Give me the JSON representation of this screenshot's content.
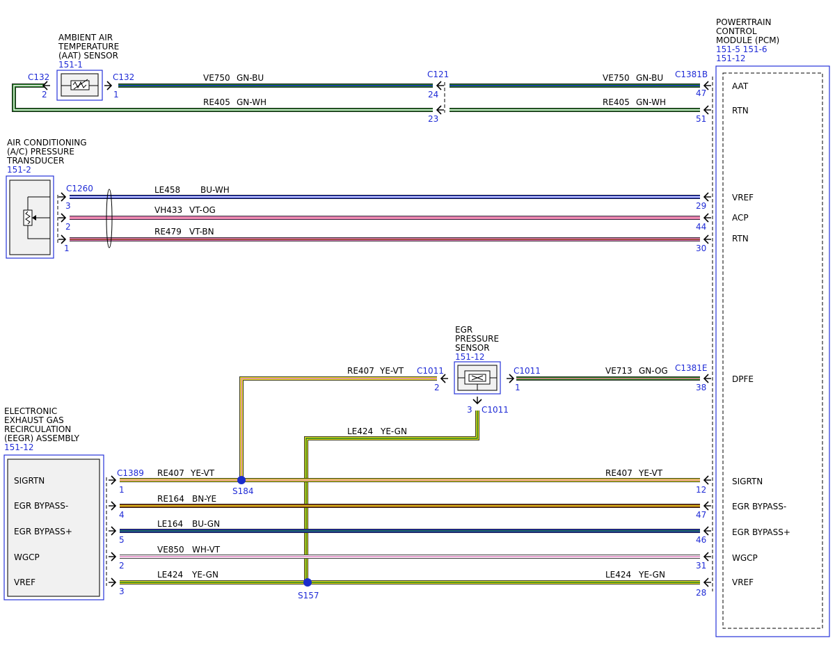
{
  "colors": {
    "GN": "#1f7a1f",
    "BU": "#1a2ccc",
    "WH": "#ffffff",
    "VT": "#e080c0",
    "OG": "#f08a9a",
    "BN": "#8a3a12",
    "YE": "#e8e020",
    "line_ref": "#1f2bd6"
  },
  "components": {
    "aat": {
      "title": [
        "AMBIENT AIR",
        "TEMPERATURE",
        "(AAT) SENSOR"
      ],
      "ref": "151-1"
    },
    "acp": {
      "title": [
        "AIR CONDITIONING",
        "(A/C) PRESSURE",
        "TRANSDUCER"
      ],
      "ref": "151-2"
    },
    "egr_sensor": {
      "title": [
        "EGR",
        "PRESSURE",
        "SENSOR"
      ],
      "ref": "151-12"
    },
    "eegr": {
      "title": [
        "ELECTRONIC",
        "EXHAUST GAS",
        "RECIRCULATION",
        "(EEGR) ASSEMBLY"
      ],
      "ref": "151-12",
      "pins": [
        "SIGRTN",
        "EGR BYPASS-",
        "EGR BYPASS+",
        "WGCP",
        "VREF"
      ]
    },
    "pcm": {
      "title": [
        "POWERTRAIN",
        "CONTROL",
        "MODULE (PCM)"
      ],
      "refs": [
        "151-5  151-6",
        "151-12"
      ],
      "pins": [
        "AAT",
        "RTN",
        "VREF",
        "ACP",
        "RTN",
        "DPFE",
        "SIGRTN",
        "EGR BYPASS-",
        "EGR BYPASS+",
        "WGCP",
        "VREF"
      ]
    }
  },
  "connectors": {
    "c132_left": "C132",
    "c132_right": "C132",
    "c121": "C121",
    "c1381b": "C1381B",
    "c1260": "C1260",
    "c1011_left": "C1011",
    "c1011_right": "C1011",
    "c1011_bottom": "C1011",
    "c1381e": "C1381E",
    "c1389": "C1389"
  },
  "splices": {
    "s184": "S184",
    "s157": "S157"
  },
  "pins": {
    "aat_2": "2",
    "aat_1": "1",
    "c121_24": "24",
    "c121_23": "23",
    "pcm_47": "47",
    "pcm_51": "51",
    "acp_3": "3",
    "acp_2": "2",
    "acp_1": "1",
    "pcm_29": "29",
    "pcm_44": "44",
    "pcm_30": "30",
    "egr_2": "2",
    "egr_1": "1",
    "egr_3": "3",
    "pcm_38": "38",
    "eegr_1": "1",
    "eegr_4": "4",
    "eegr_5": "5",
    "eegr_2": "2",
    "eegr_3": "3",
    "pcm_12": "12",
    "pcm_47b": "47",
    "pcm_46": "46",
    "pcm_31": "31",
    "pcm_28": "28"
  },
  "wires": {
    "w_ve750_a": {
      "circuit": "VE750",
      "color": "GN-BU"
    },
    "w_ve750_b": {
      "circuit": "VE750",
      "color": "GN-BU"
    },
    "w_re405_a": {
      "circuit": "RE405",
      "color": "GN-WH"
    },
    "w_re405_b": {
      "circuit": "RE405",
      "color": "GN-WH"
    },
    "w_le458": {
      "circuit": "LE458",
      "color": "BU-WH"
    },
    "w_vh433": {
      "circuit": "VH433",
      "color": "VT-OG"
    },
    "w_re479": {
      "circuit": "RE479",
      "color": "VT-BN"
    },
    "w_re407_top": {
      "circuit": "RE407",
      "color": "YE-VT"
    },
    "w_ve713": {
      "circuit": "VE713",
      "color": "GN-OG"
    },
    "w_le424_mid": {
      "circuit": "LE424",
      "color": "YE-GN"
    },
    "w_re407_left": {
      "circuit": "RE407",
      "color": "YE-VT"
    },
    "w_re407_right": {
      "circuit": "RE407",
      "color": "YE-VT"
    },
    "w_re164": {
      "circuit": "RE164",
      "color": "BN-YE"
    },
    "w_le164": {
      "circuit": "LE164",
      "color": "BU-GN"
    },
    "w_ve850": {
      "circuit": "VE850",
      "color": "WH-VT"
    },
    "w_le424_left": {
      "circuit": "LE424",
      "color": "YE-GN"
    },
    "w_le424_right": {
      "circuit": "LE424",
      "color": "YE-GN"
    }
  }
}
